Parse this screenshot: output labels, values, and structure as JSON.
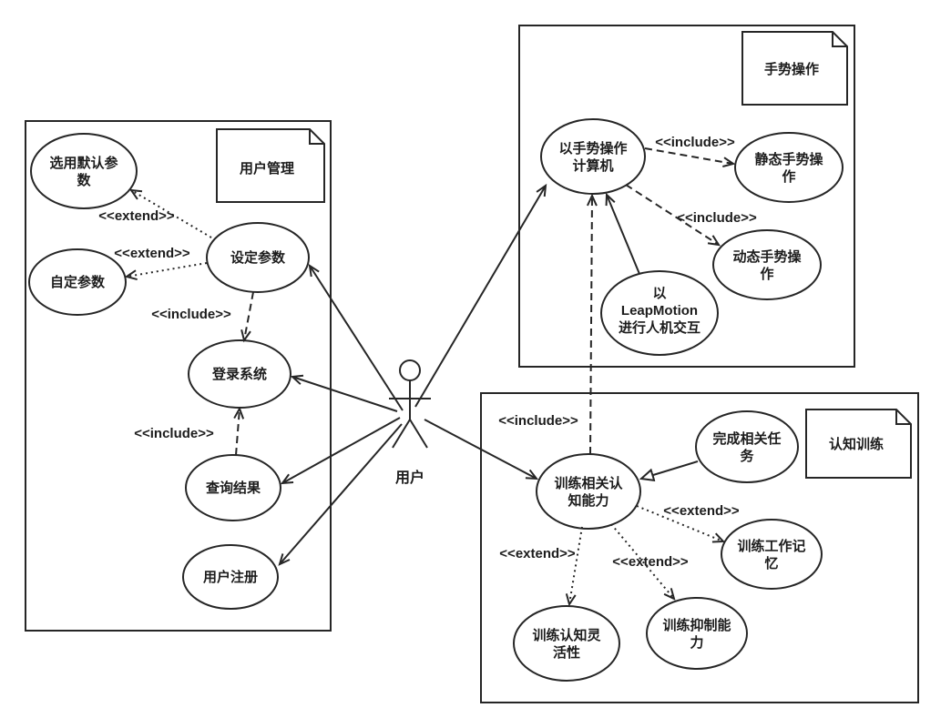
{
  "packages": {
    "user_mgmt": {
      "label": "用户管理"
    },
    "gesture": {
      "label": "手势操作"
    },
    "cognitive": {
      "label": "认知训练"
    }
  },
  "actor": {
    "label": "用户"
  },
  "usecases": {
    "default_params": {
      "lines": [
        "选用默认参",
        "数"
      ]
    },
    "custom_params": {
      "lines": [
        "自定参数"
      ]
    },
    "set_params": {
      "lines": [
        "设定参数"
      ]
    },
    "login": {
      "lines": [
        "登录系统"
      ]
    },
    "query_results": {
      "lines": [
        "查询结果"
      ]
    },
    "register": {
      "lines": [
        "用户注册"
      ]
    },
    "gesture_pc": {
      "lines": [
        "以手势操作",
        "计算机"
      ]
    },
    "static_gesture": {
      "lines": [
        "静态手势操",
        "作"
      ]
    },
    "dynamic_gesture": {
      "lines": [
        "动态手势操",
        "作"
      ]
    },
    "leapmotion": {
      "lines": [
        "以",
        "LeapMotion",
        "进行人机交互"
      ]
    },
    "train_cognitive": {
      "lines": [
        "训练相关认",
        "知能力"
      ]
    },
    "complete_tasks": {
      "lines": [
        "完成相关任",
        "务"
      ]
    },
    "work_memory": {
      "lines": [
        "训练工作记",
        "忆"
      ]
    },
    "flexibility": {
      "lines": [
        "训练认知灵",
        "活性"
      ]
    },
    "inhibition": {
      "lines": [
        "训练抑制能",
        "力"
      ]
    }
  },
  "stereotypes": {
    "extend": "<<extend>>",
    "include": "<<include>>"
  }
}
